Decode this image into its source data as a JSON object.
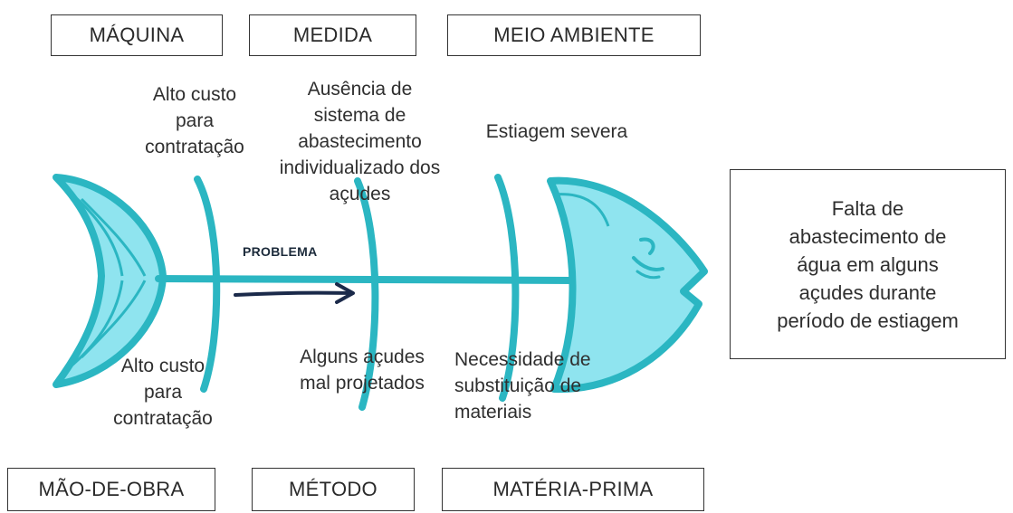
{
  "categories": {
    "maquina": "MÁQUINA",
    "medida": "MEDIDA",
    "meio_ambiente": "MEIO AMBIENTE",
    "mao_de_obra": "MÃO-DE-OBRA",
    "metodo": "MÉTODO",
    "materia_prima": "MATÉRIA-PRIMA"
  },
  "causes": {
    "maquina": "Alto custo\npara\ncontratação",
    "medida": "Ausência de\nsistema de\nabastecimento\nindividualizado dos\naçudes",
    "meio_ambiente": "Estiagem severa",
    "mao_de_obra": "Alto custo\npara\ncontratação",
    "metodo": "Alguns açudes\nmal projetados",
    "materia_prima": "Necessidade de\nsubstituição de\nmateriais"
  },
  "spine_label": "PROBLEMA",
  "effect": "Falta de\nabastecimento de\nágua em alguns\naçudes durante\nperíodo de estiagem",
  "colors": {
    "fish_fill": "#8fe4ef",
    "fish_stroke": "#2bb6c2",
    "arrow": "#1b2a4a"
  }
}
